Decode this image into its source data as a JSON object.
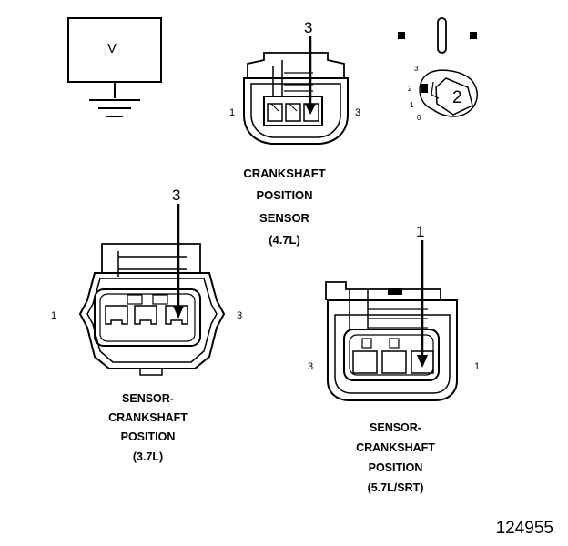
{
  "voltmeter": {
    "symbol": "V"
  },
  "key_switch": {
    "position_labels": [
      "3",
      "2",
      "1",
      "0"
    ],
    "position_value": "2"
  },
  "connectors": {
    "c47": {
      "pin_left": "1",
      "pin_right": "3",
      "arrow_pin": "3",
      "title": [
        "CRANKSHAFT",
        "POSITION",
        "SENSOR",
        "(4.7L)"
      ]
    },
    "c37": {
      "pin_left": "1",
      "pin_right": "3",
      "arrow_pin": "3",
      "title": [
        "SENSOR-",
        "CRANKSHAFT",
        "POSITION",
        "(3.7L)"
      ]
    },
    "c57": {
      "pin_left": "3",
      "pin_right": "1",
      "arrow_pin": "1",
      "title": [
        "SENSOR-",
        "CRANKSHAFT",
        "POSITION",
        "(5.7L/SRT)"
      ]
    }
  },
  "figure_number": "124955"
}
